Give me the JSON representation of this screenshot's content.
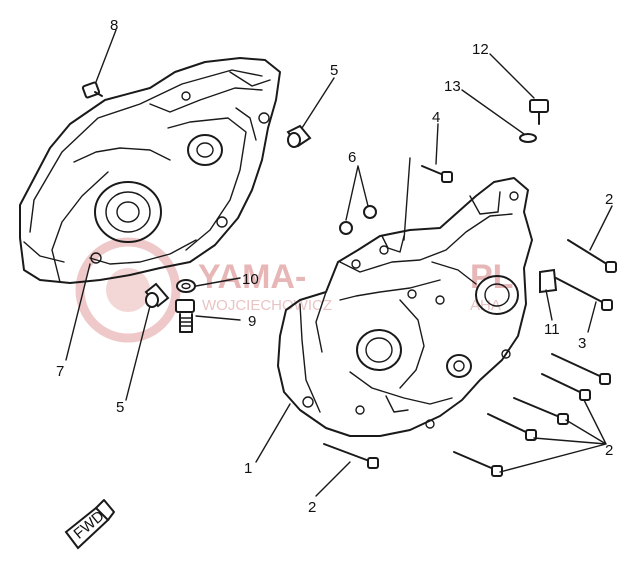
{
  "watermark": {
    "brand": "YAMA-",
    "brand_tail": "PL",
    "owner": "WOJCIECHOWICZ",
    "owner_tail": "AHA"
  },
  "fwd_marker": "FWD",
  "callouts": [
    "1",
    "2",
    "2",
    "2",
    "3",
    "4",
    "5",
    "5",
    "6",
    "7",
    "8",
    "9",
    "10",
    "11",
    "12",
    "13"
  ],
  "colors": {
    "ink": "#1a1a1a",
    "watermark": "#e7b6b6"
  }
}
